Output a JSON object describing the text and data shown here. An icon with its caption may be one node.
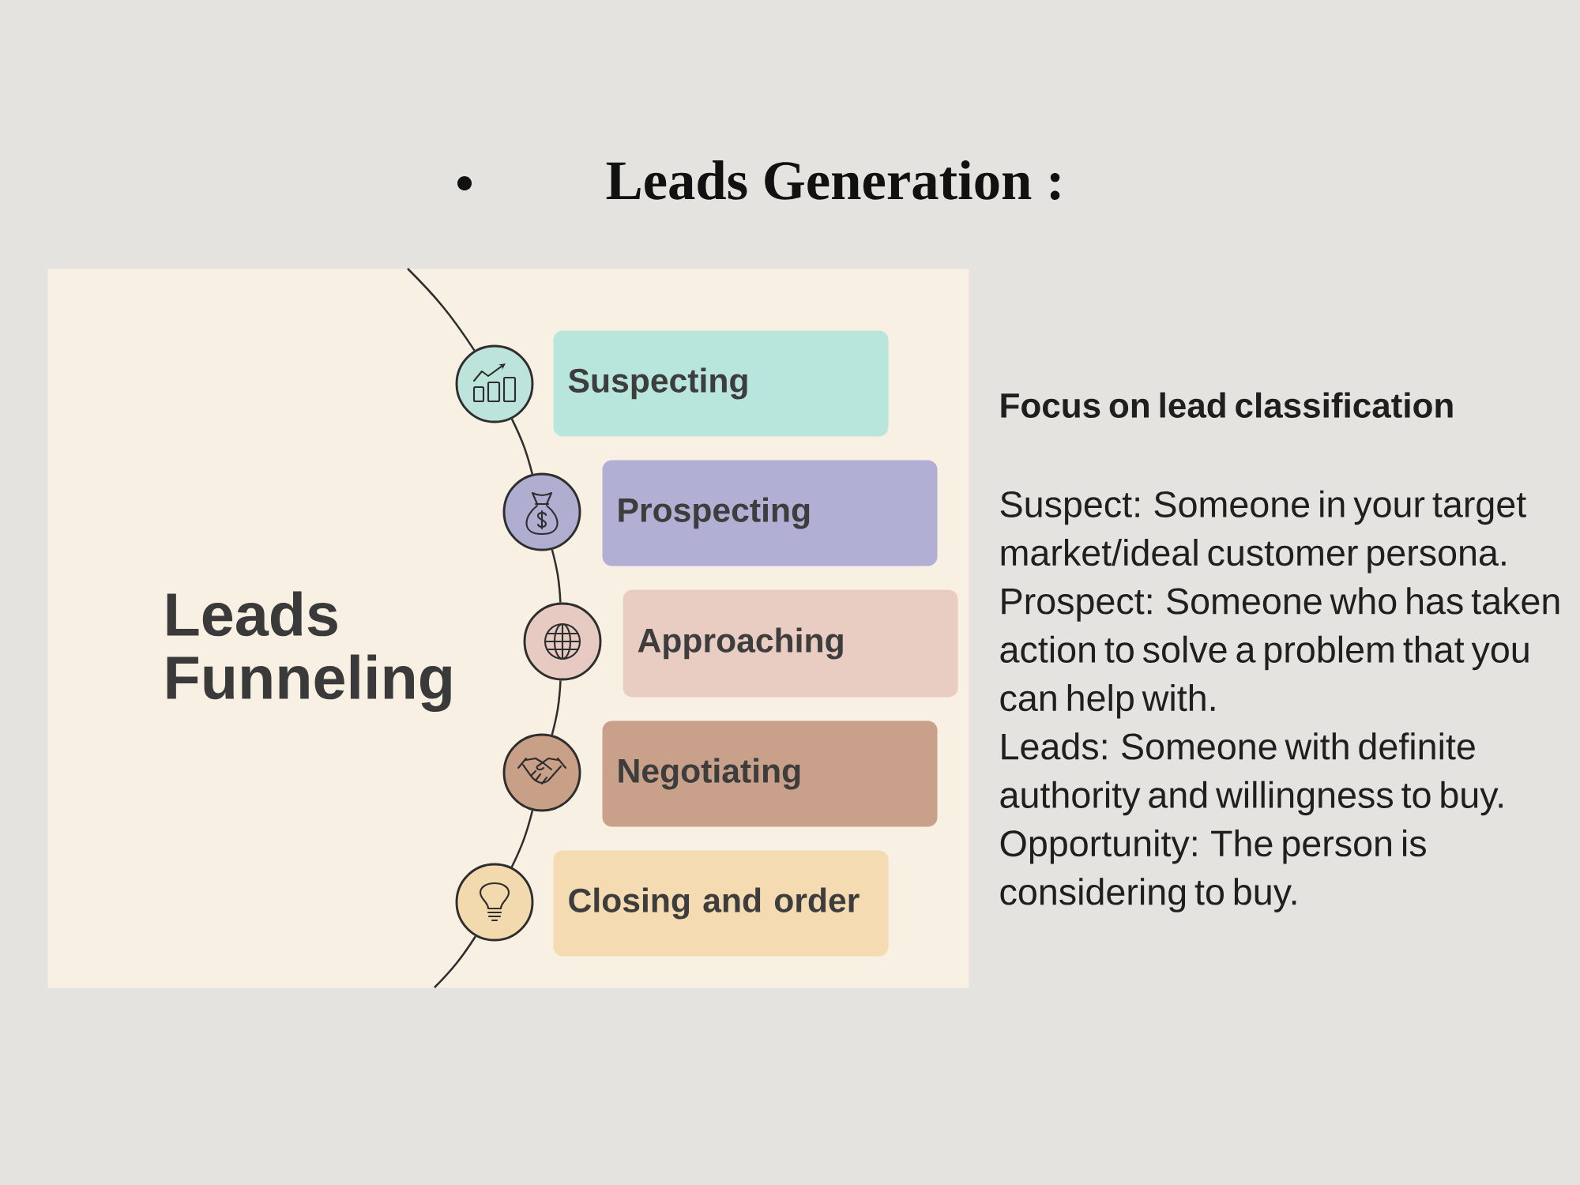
{
  "diagram": {
    "title": "Leads Generation :",
    "nodes": [
      {
        "text": [
          "Leads Funneling"
        ]
      },
      {
        "text": [],
        "shape": "circle",
        "in": 0
      },
      {
        "text": [
          "Suspecting"
        ],
        "in": 0
      },
      {
        "text": [],
        "shape": "circle",
        "in": 0
      },
      {
        "text": [
          "Prospecting"
        ],
        "in": 0
      },
      {
        "text": [],
        "shape": "circle",
        "in": 0
      },
      {
        "text": [
          "Approaching"
        ],
        "in": 0
      },
      {
        "text": [],
        "shape": "circle",
        "in": 0
      },
      {
        "text": [
          "Negotiating"
        ],
        "in": 0
      },
      {
        "text": [],
        "shape": "circle",
        "in": 0
      },
      {
        "text": [
          "Closing and order"
        ],
        "in": 0
      }
    ],
    "edges": [
      {
        "from": null,
        "to": 1,
        "arrow": "none"
      },
      {
        "from": 1,
        "to": 3,
        "arrow": "none"
      },
      {
        "from": 3,
        "to": 5,
        "arrow": "none"
      },
      {
        "from": 5,
        "to": 7,
        "arrow": "none"
      },
      {
        "from": 7,
        "to": 9,
        "arrow": "none"
      },
      {
        "from": 9,
        "to": null,
        "arrow": "none"
      }
    ],
    "labels": [
      "Focus on lead classification",
      "Suspect: Someone in your target market/ideal customer persona.",
      "Prospect: Someone who has taken action to solve a problem that you can help with.",
      "Leads: Someone with definite authority and willingness to buy.",
      "Opportunity: The person is considering to buy."
    ]
  }
}
